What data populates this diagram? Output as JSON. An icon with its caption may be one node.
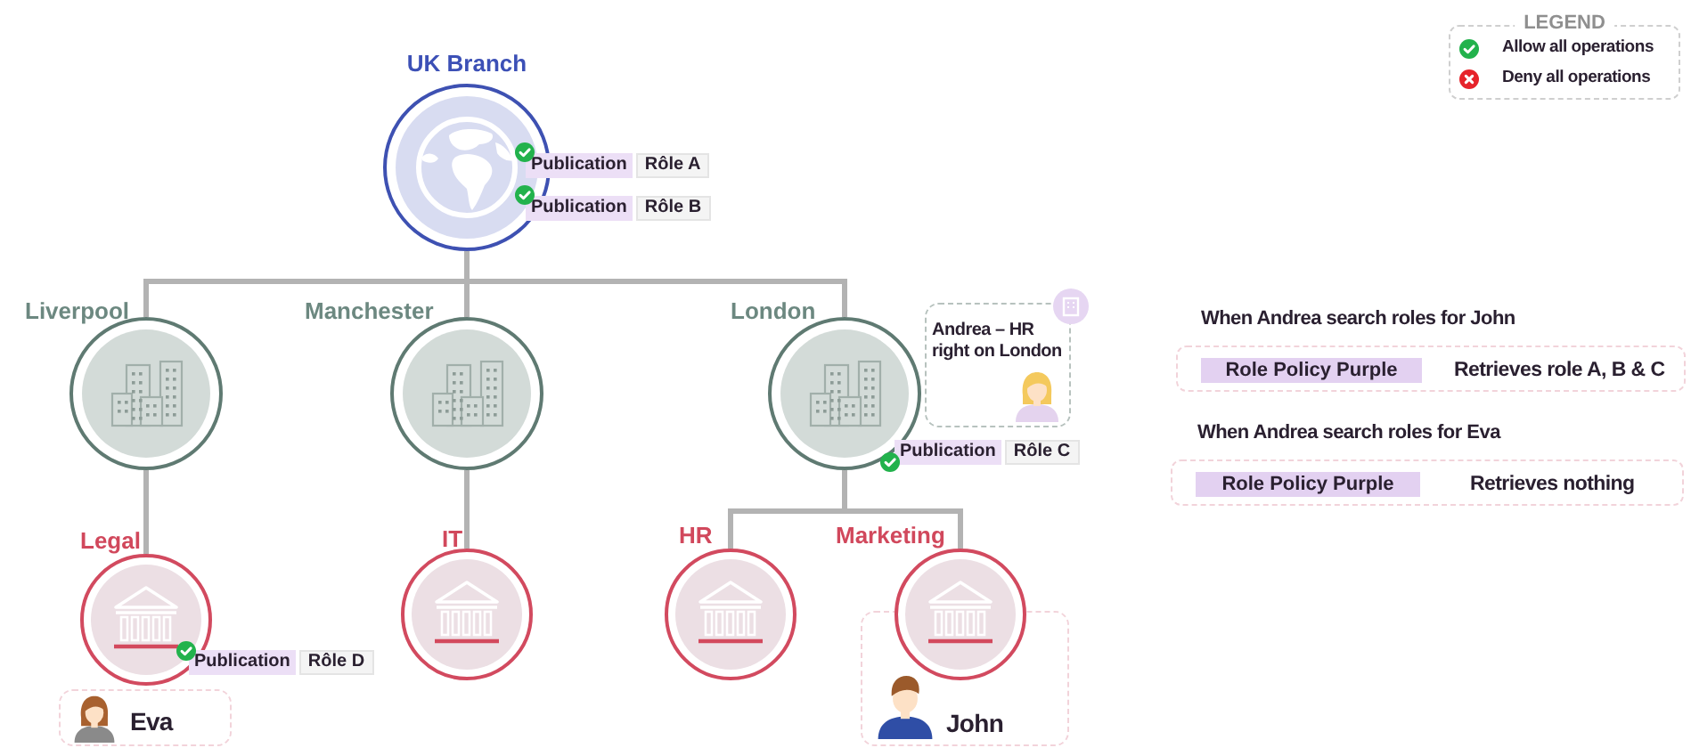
{
  "diagram": {
    "nodes": [
      {
        "text": [
          "UK Branch"
        ]
      },
      {
        "text": [
          "Liverpool"
        ]
      },
      {
        "text": [
          "Manchester"
        ]
      },
      {
        "text": [
          "London"
        ]
      },
      {
        "text": [
          "Legal"
        ]
      },
      {
        "text": [
          "IT"
        ]
      },
      {
        "text": [
          "HR"
        ]
      },
      {
        "text": [
          "Marketing"
        ]
      },
      {
        "text": [
          "Andrea – HR right on London"
        ]
      },
      {
        "text": [
          "Eva"
        ]
      },
      {
        "text": [
          "John"
        ]
      },
      {
        "text": [
          "When Andrea search roles for John",
          "Role Policy Purple",
          "Retrieves role A, B & C"
        ]
      },
      {
        "text": [
          "When Andrea search roles for Eva",
          "Role Policy Purple",
          "Retrieves nothing"
        ]
      }
    ],
    "edges": [
      {
        "from": 0,
        "to": 1,
        "arrow": "none"
      },
      {
        "from": 0,
        "to": 2,
        "arrow": "none"
      },
      {
        "from": 0,
        "to": 3,
        "arrow": "none"
      },
      {
        "from": 1,
        "to": 4,
        "arrow": "none"
      },
      {
        "from": 2,
        "to": 5,
        "arrow": "none"
      },
      {
        "from": 3,
        "to": 6,
        "arrow": "none"
      },
      {
        "from": 3,
        "to": 7,
        "arrow": "none"
      }
    ],
    "labels": [
      "LEGEND",
      "Publication",
      "Rôle A",
      "Publication",
      "Rôle B",
      "Publication",
      "Rôle C",
      "Publication",
      "Rôle D"
    ],
    "legend": [
      {
        "text": "Allow all operations"
      },
      {
        "text": "Deny all operations"
      }
    ]
  }
}
